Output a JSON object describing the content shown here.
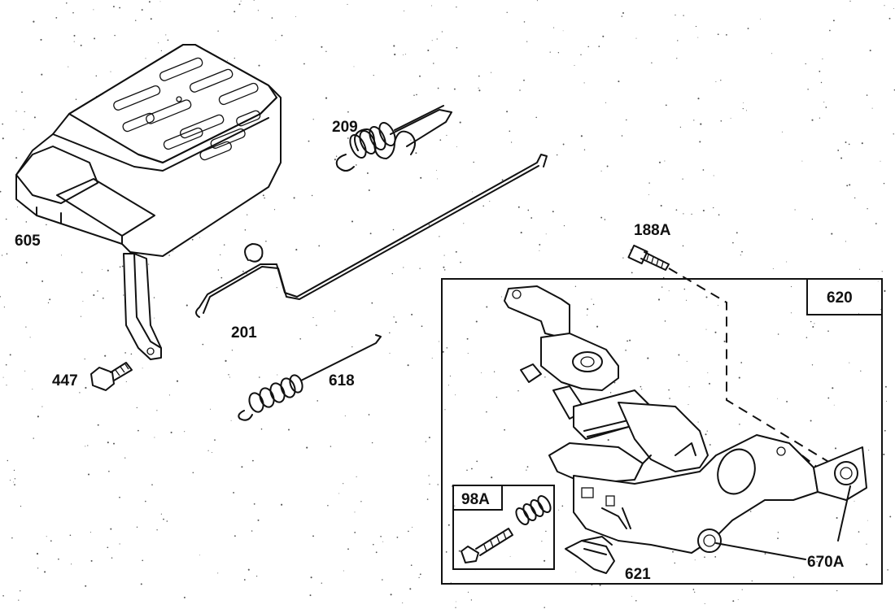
{
  "labels": {
    "p605": "605",
    "p209": "209",
    "p201": "201",
    "p188A": "188A",
    "p620": "620",
    "p447": "447",
    "p618": "618",
    "p98A": "98A",
    "p621": "621",
    "p670A": "670A"
  }
}
